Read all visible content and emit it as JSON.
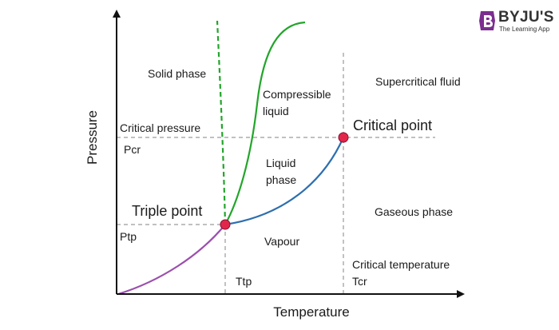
{
  "brand": {
    "name": "BYJU'S",
    "tagline": "The Learning App",
    "color": "#7b2f8f"
  },
  "diagram": {
    "xlabel": "Temperature",
    "ylabel": "Pressure",
    "regions": {
      "solid": "Solid phase",
      "compressible_1": "Compressible",
      "compressible_2": "liquid",
      "supercritical": "Supercritical fluid",
      "liquid_1": "Liquid",
      "liquid_2": "phase",
      "gaseous": "Gaseous phase",
      "vapour": "Vapour"
    },
    "points": {
      "critical": "Critical point",
      "triple": "Triple point"
    },
    "levels": {
      "critical_pressure": "Critical pressure",
      "pcr": "Pcr",
      "ptp": "Ptp",
      "ttp": "Ttp",
      "critical_temperature": "Critical temperature",
      "tcr": "Tcr"
    },
    "colors": {
      "sublimation_curve": "#9b4fae",
      "vaporization_curve": "#2e6fae",
      "melting_curve": "#22a52a",
      "point_fill": "#e2264a",
      "guide_lines": "#9a9a9a"
    }
  }
}
